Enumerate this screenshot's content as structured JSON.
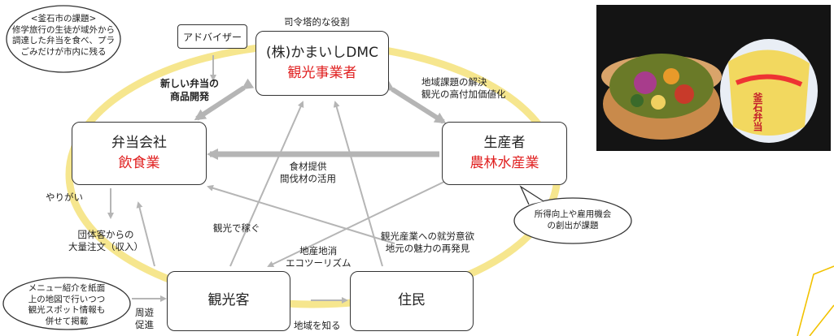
{
  "top_role": "司令塔的な役割",
  "advisor": "アドバイザー",
  "new_bento": [
    "新しい弁当の",
    "商品開発"
  ],
  "issue_bubble": [
    "<釜石市の課題>",
    "修学旅行の生徒が域外から",
    "調達した弁当を食べ、プラ",
    "ごみだけが市内に残る"
  ],
  "dmc": {
    "name": "(株)かまいしDMC",
    "role": "観光事業者"
  },
  "bento_co": {
    "name": "弁当会社",
    "role": "飲食業"
  },
  "producer": {
    "name": "生産者",
    "role": "農林水産業"
  },
  "tourist": {
    "name": "観光客"
  },
  "resident": {
    "name": "住民"
  },
  "local_issue": [
    "地域課題の解決",
    "観光の高付加価値化"
  ],
  "food_supply": [
    "食材提供",
    "間伐材の活用"
  ],
  "yarigai": "やりがい",
  "group_order": [
    "団体客からの",
    "大量注文（収入）"
  ],
  "earn_tourism": "観光で稼ぐ",
  "local_consumption": [
    "地産地消",
    "エコツーリズム"
  ],
  "employment": [
    "観光産業への就労意欲",
    "地元の魅力の再発見"
  ],
  "income_bubble": [
    "所得向上や雇用機会",
    "の創出が課題"
  ],
  "menu_bubble": [
    "メニュー紹介を紙面",
    "上の地図で行いつつ",
    "観光スポット情報も",
    "併せて掲載"
  ],
  "circulation": [
    "周遊",
    "促進"
  ],
  "know_region": "地域を知る",
  "photo_label": "釜石弁当",
  "colors": {
    "accent_red": "#e02020",
    "ring": "#f5e27a",
    "arrow": "#b5b5b5"
  }
}
